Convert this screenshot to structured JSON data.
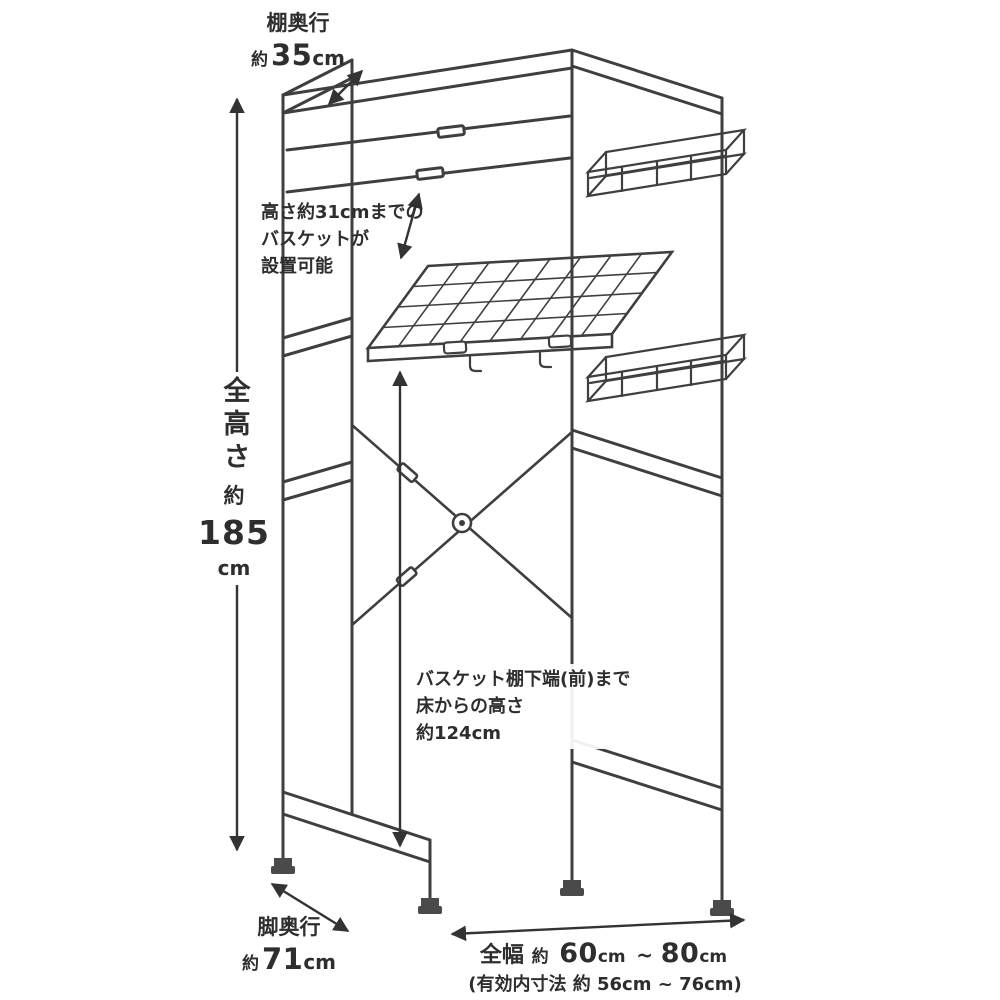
{
  "diagram": {
    "background": "#ffffff",
    "line_color": "#3f3f3f",
    "text_color": "#2e2e2e",
    "labels": {
      "shelf_depth": {
        "title": "棚奥行",
        "approx": "約",
        "value": "35",
        "unit": "cm"
      },
      "total_height": {
        "title": "全高さ",
        "approx": "約",
        "value": "185",
        "unit": "cm"
      },
      "basket_clearance": {
        "line1": "高さ約31cmまでの",
        "line2": "バスケットが",
        "line3": "設置可能"
      },
      "floor_height": {
        "line1": "バスケット棚下端(前)まで",
        "line2": "床からの高さ",
        "line3": "約124cm"
      },
      "leg_depth": {
        "title": "脚奥行",
        "approx": "約",
        "value": "71",
        "unit": "cm"
      },
      "total_width": {
        "prefix": "全幅",
        "approx": "約",
        "value1": "60",
        "unit1": "cm",
        "tilde": "~",
        "value2": "80",
        "unit2": "cm",
        "inner": "(有効内寸法 約 56cm ~ 76cm)"
      }
    }
  }
}
